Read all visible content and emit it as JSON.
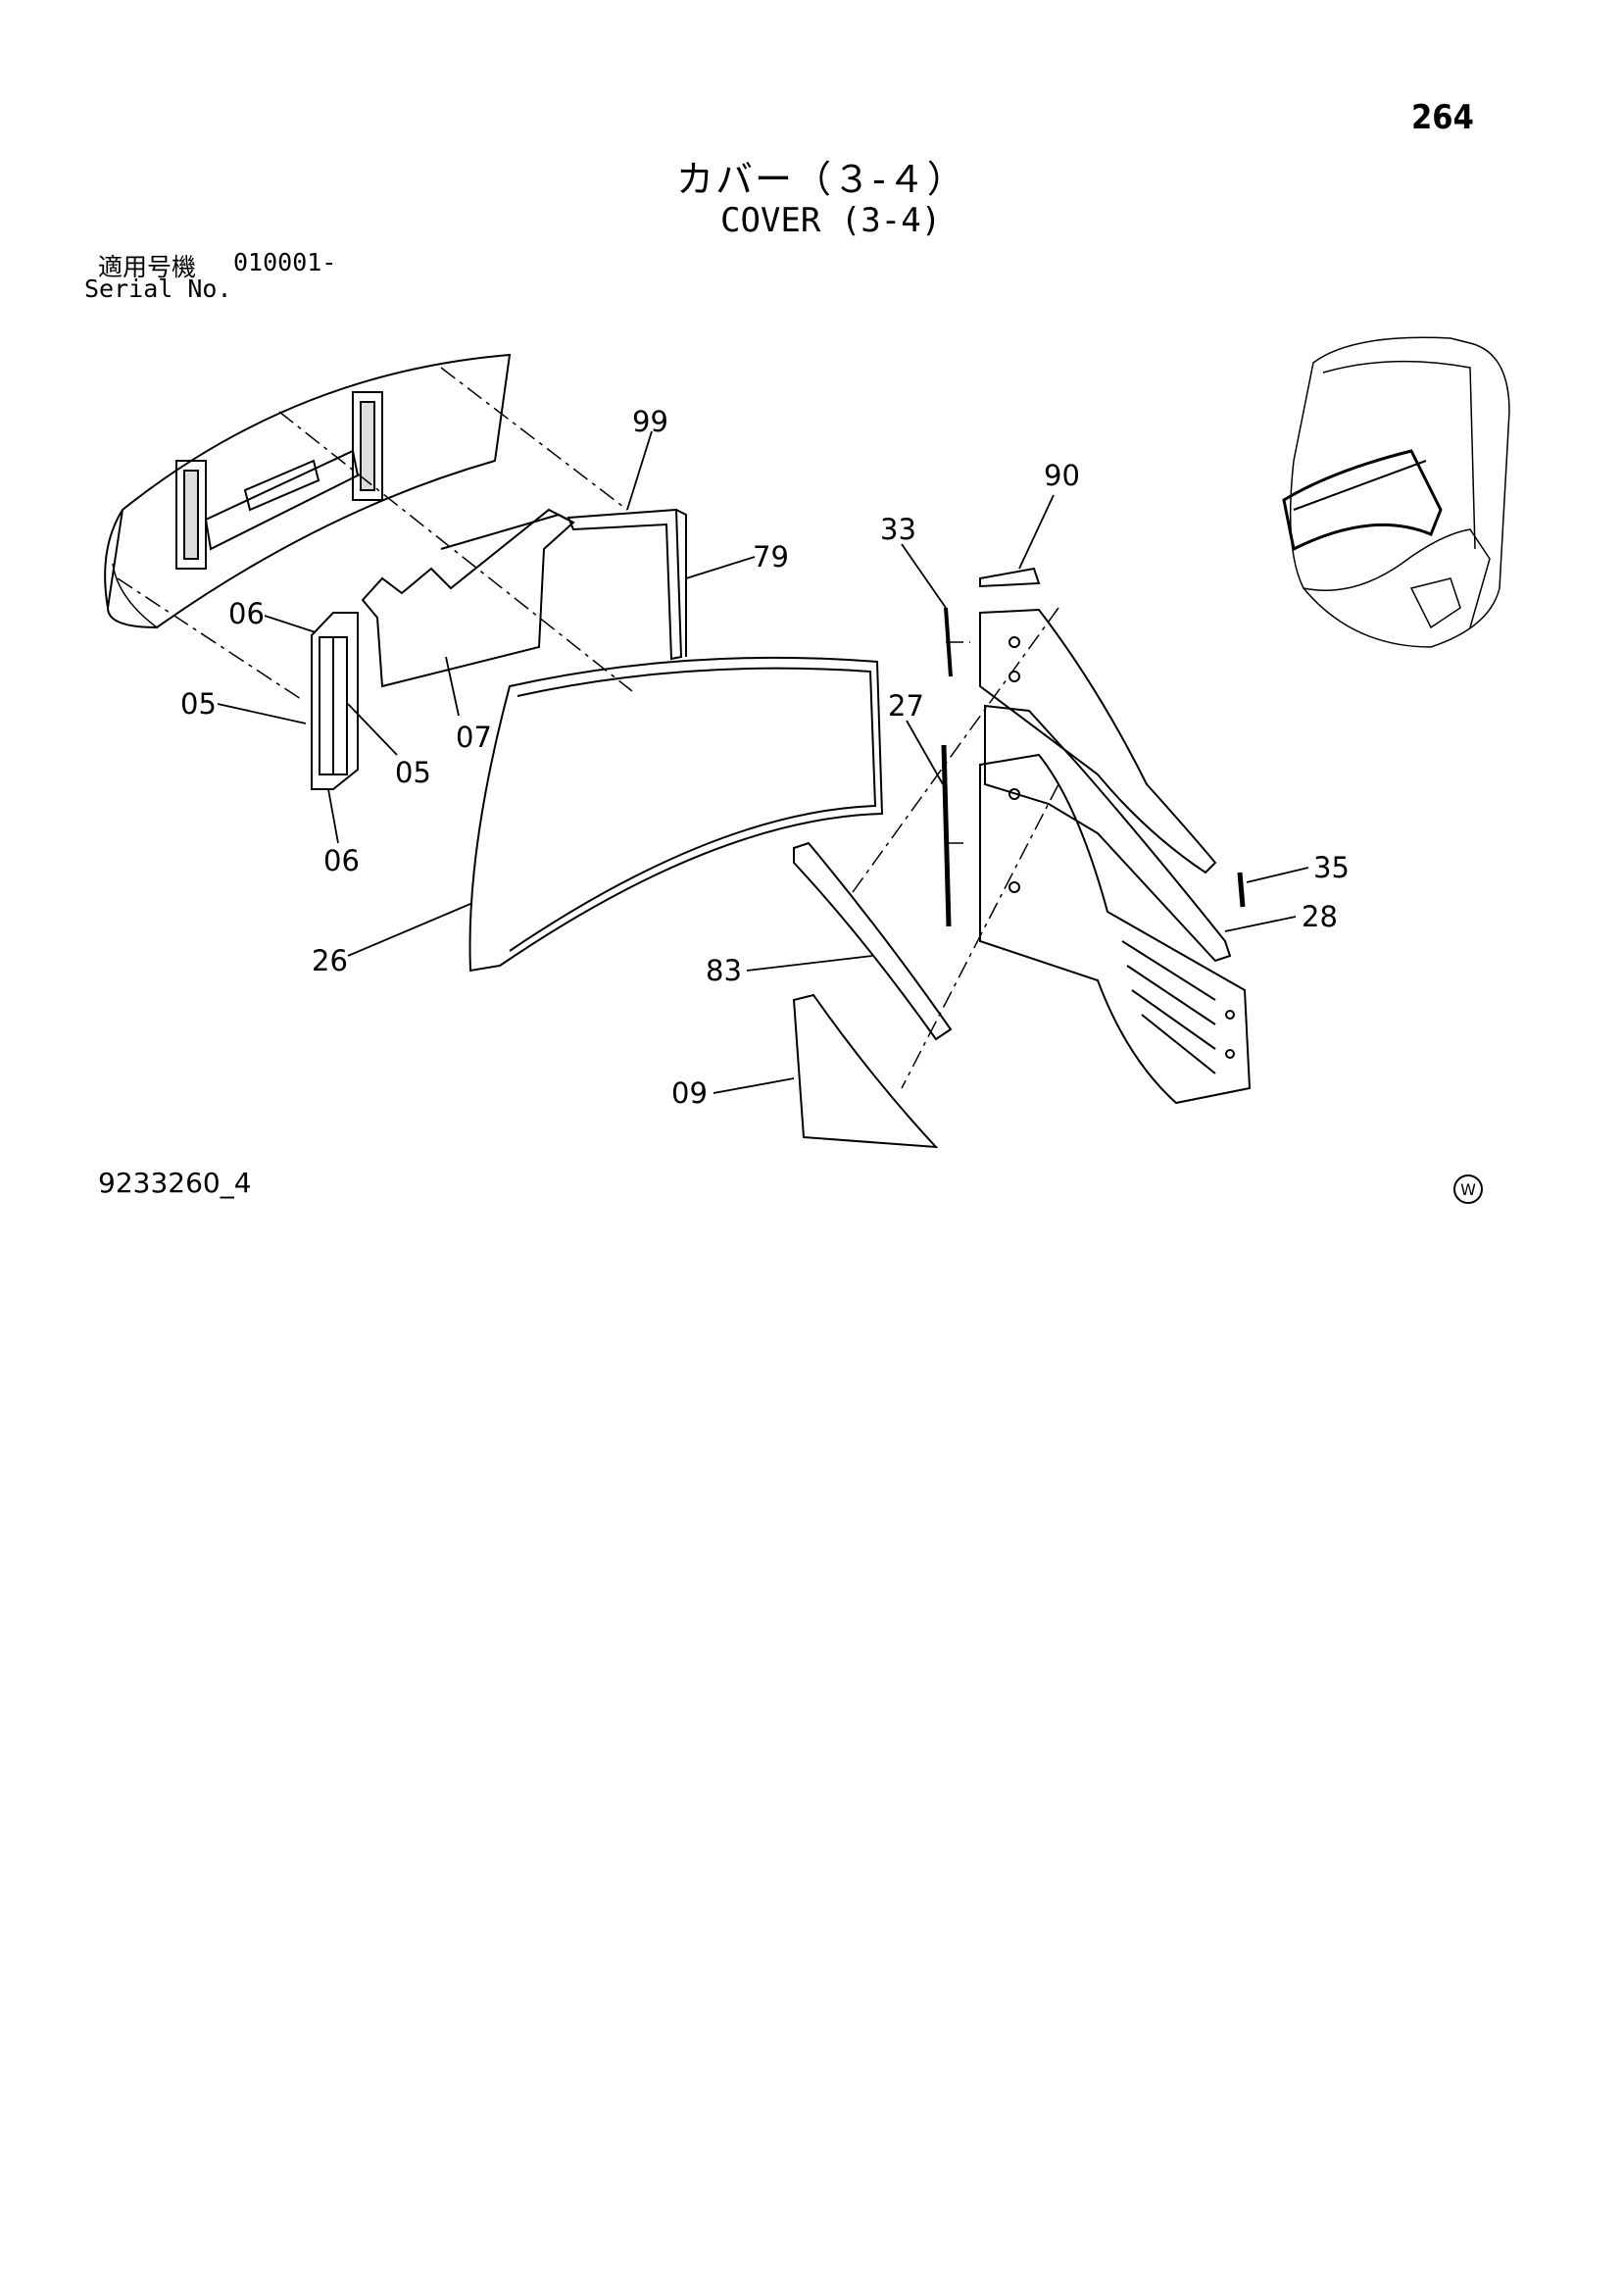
{
  "page": {
    "number": "264",
    "title_jp": "カバー（３-４）",
    "title_en": "COVER (3-4)",
    "serial_label_jp": "適用号機",
    "serial_value": "010001-",
    "serial_label_en": "Serial No.",
    "drawing_number": "9233260_4",
    "mark": "W"
  },
  "callouts": [
    "99",
    "79",
    "06",
    "05",
    "07",
    "05",
    "06",
    "26",
    "90",
    "33",
    "27",
    "35",
    "28",
    "83",
    "09"
  ]
}
